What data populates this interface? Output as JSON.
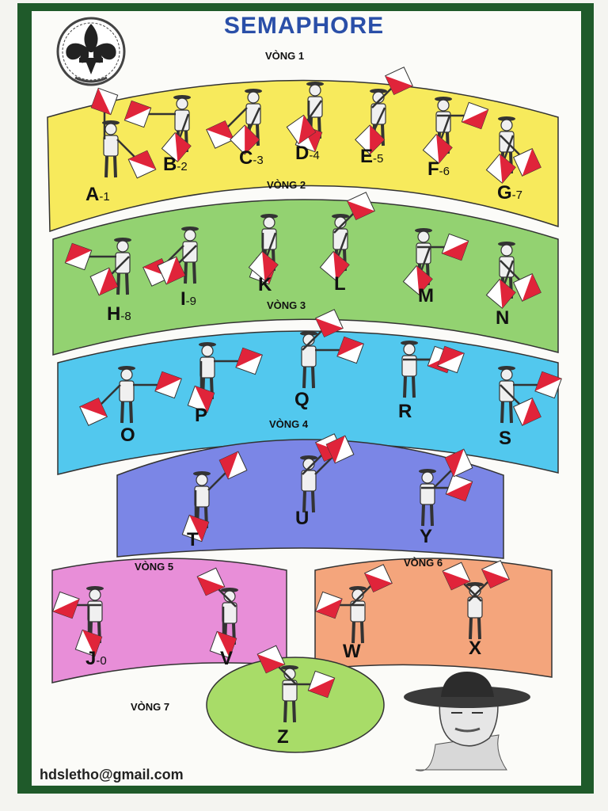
{
  "title": "SEMAPHORE",
  "rounds": [
    {
      "label": "VÒNG 1",
      "color": "#f7ea5c",
      "letters": [
        {
          "letter": "A",
          "num": "-1"
        },
        {
          "letter": "B",
          "num": "-2"
        },
        {
          "letter": "C",
          "num": "-3"
        },
        {
          "letter": "D",
          "num": "-4"
        },
        {
          "letter": "E",
          "num": "-5"
        },
        {
          "letter": "F",
          "num": "-6"
        },
        {
          "letter": "G",
          "num": "-7"
        }
      ]
    },
    {
      "label": "VÒNG 2",
      "color": "#93d271",
      "letters": [
        {
          "letter": "H",
          "num": "-8"
        },
        {
          "letter": "I",
          "num": "-9"
        },
        {
          "letter": "K",
          "num": ""
        },
        {
          "letter": "L",
          "num": ""
        },
        {
          "letter": "M",
          "num": ""
        },
        {
          "letter": "N",
          "num": ""
        }
      ]
    },
    {
      "label": "VÒNG 3",
      "color": "#52c8ee",
      "letters": [
        {
          "letter": "O",
          "num": ""
        },
        {
          "letter": "P",
          "num": ""
        },
        {
          "letter": "Q",
          "num": ""
        },
        {
          "letter": "R",
          "num": ""
        },
        {
          "letter": "S",
          "num": ""
        }
      ]
    },
    {
      "label": "VÒNG 4",
      "color": "#7b86e6",
      "letters": [
        {
          "letter": "T",
          "num": ""
        },
        {
          "letter": "U",
          "num": ""
        },
        {
          "letter": "Y",
          "num": ""
        }
      ]
    },
    {
      "label": "VÒNG 5",
      "color": "#e88ed8",
      "letters": [
        {
          "letter": "J",
          "num": "-0"
        },
        {
          "letter": "V",
          "num": ""
        }
      ]
    },
    {
      "label": "VÒNG 6",
      "color": "#f4a57c",
      "letters": [
        {
          "letter": "W",
          "num": ""
        },
        {
          "letter": "X",
          "num": ""
        }
      ]
    },
    {
      "label": "VÒNG 7",
      "color": "#a8dc68",
      "letters": [
        {
          "letter": "Z",
          "num": ""
        }
      ]
    }
  ],
  "email": "hdsletho@gmail.com",
  "colors": {
    "flag_red": "#e0243a",
    "title_blue": "#2a4fa8",
    "frame_green": "#1f5a2a"
  }
}
